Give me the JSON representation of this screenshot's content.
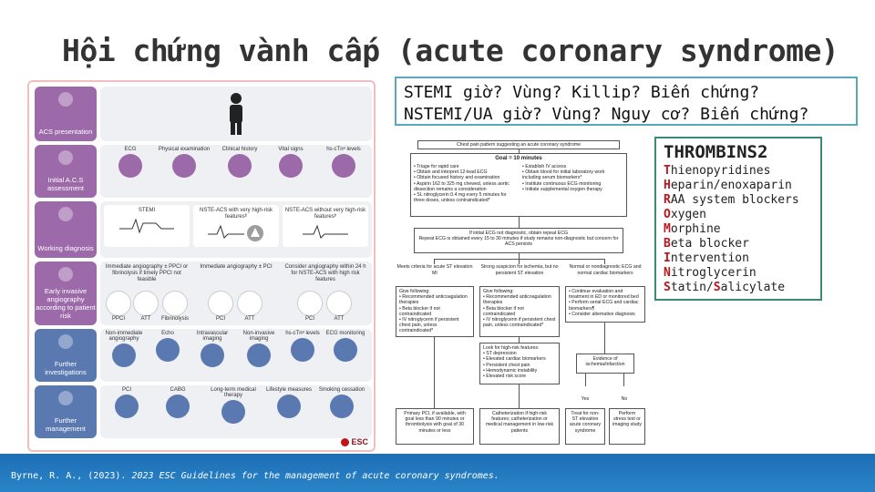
{
  "title": "Hội chứng vành cấp (acute coronary syndrome)",
  "questions": [
    "STEMI giờ? Vùng? Killip? Biến chứng?",
    "NSTEMI/UA giờ? Vùng? Nguy cơ? Biến chứng?"
  ],
  "mnemonic": {
    "heading": "THROMBINS2",
    "items": [
      {
        "letter": "T",
        "rest": "hienopyridines"
      },
      {
        "letter": "H",
        "rest": "eparin/enoxaparin"
      },
      {
        "letter": "R",
        "rest": "AA system blockers"
      },
      {
        "letter": "O",
        "rest": "xygen"
      },
      {
        "letter": "M",
        "rest": "orphine"
      },
      {
        "letter": "B",
        "rest": "eta blocker"
      },
      {
        "letter": "I",
        "rest": "ntervention"
      },
      {
        "letter": "N",
        "rest": "itroglycerin"
      },
      {
        "letter": "S",
        "rest": "tatin/",
        "letter2": "S",
        "rest2": "alicylate"
      }
    ]
  },
  "citation": {
    "authors": "Byrne, R. A., (2023). ",
    "work": "2023 ESC Guidelines for the management of acute coronary syndromes."
  },
  "esc": {
    "logo": "ESC",
    "rows": {
      "r1": {
        "label": "ACS presentation"
      },
      "r2": {
        "label": "Initial A.C.S assessment",
        "items": [
          "ECG",
          "Physical examination",
          "Clinical history",
          "Vital signs",
          "hs-cTnᵃ levels"
        ]
      },
      "r3": {
        "label": "Working diagnosis",
        "stemi": "STEMI",
        "nste_high": "NSTE-ACS with very high-risk featuresᵇ",
        "nste_low": "NSTE-ACS without very high-risk featuresᵇ"
      },
      "r4": {
        "label": "Early invasive angiography according to patient risk",
        "col1": "Immediate angiography ± PPCI or fibrinolysis if timely PPCI not feasible",
        "col2": "Immediate angiography ± PCI",
        "col3": "Consider angiography within 24 h for NSTE-ACS with high risk features",
        "icons1": [
          "PPCI",
          "ATT",
          "Fibrinolysis"
        ],
        "icons2": [
          "PCI",
          "ATT"
        ],
        "icons3": [
          "PCI",
          "ATT"
        ]
      },
      "r5": {
        "label": "Further investigations",
        "items": [
          "Non-immediate angiography",
          "Echo",
          "Intravascular imaging",
          "Non-invasive imaging",
          "hs-cTnᵃ levels",
          "ECG monitoring"
        ]
      },
      "r6": {
        "label": "Further management",
        "items": [
          "PCI",
          "CABG",
          "Long-term medical therapy",
          "Lifestyle measures",
          "Smoking cessation"
        ]
      }
    }
  },
  "flow": {
    "top": "Chest pain pattern suggesting an acute coronary syndrome",
    "goal": "Goal = 10 minutes",
    "goal_left": [
      "• Triage for rapid care",
      "• Obtain and interpret 12-lead ECG",
      "• Obtain focused history and examination",
      "• Aspirin 162 to 325 mg chewed, unless aortic dissection remains a consideration",
      "• SL nitroglycerin 0.4 mg every 5 minutes for three doses, unless contraindicated*"
    ],
    "goal_right": [
      "• Establish IV access",
      "• Obtain blood for initial laboratory work including serum biomarkers*",
      "• Institute continuous ECG monitoring",
      "• Initiate supplemental oxygen therapy"
    ],
    "repeat": "If initial ECG not diagnostic, obtain repeat ECG",
    "repeat2": "Repeat ECG is obtained every 15 to 30 minutes if study remains non-diagnostic but concern for ACS persists",
    "col_a": "Meets criteria for acute ST elevation MI",
    "col_b": "Strong suspicion for ischemia, but no persistent ST elevation",
    "col_c": "Normal or nondiagnostic ECG and normal cardiac biomarkers",
    "give_a": [
      "Give following:",
      "• Recommended anticoagulation therapies",
      "• Beta blocker if not contraindicated",
      "• IV nitroglycerin if persistent chest pain, unless contraindicated*"
    ],
    "give_b": [
      "Give following:",
      "• Recommended anticoagulation therapies",
      "• Beta blocker if not contraindicated",
      "• IV nitroglycerin if persistent chest pain, unless contraindicated*"
    ],
    "give_c": [
      "• Continue evaluation and treatment in ED or monitored bed",
      "• Perform serial ECG and cardiac biomarkers¶",
      "• Consider alternative diagnosis"
    ],
    "highrisk": [
      "Look for high-risk features:",
      "• ST depression",
      "• Elevated cardiac biomarkers",
      "• Persistent chest pain",
      "• Hemodynamic instability",
      "• Elevated risk score"
    ],
    "evidence": "Evidence of ischemia/infarction",
    "yes": "Yes",
    "no": "No",
    "out_a": "Primary PCI, if available, with goal less than 90 minutes or thrombolysis with goal of 30 minutes or less",
    "out_b": "Catheterization if high-risk features; catheterization or medical management in low-risk patients",
    "out_c1": "Treat for non-ST elevation acute coronary syndrome",
    "out_c2": "Perform stress test or imaging study"
  }
}
